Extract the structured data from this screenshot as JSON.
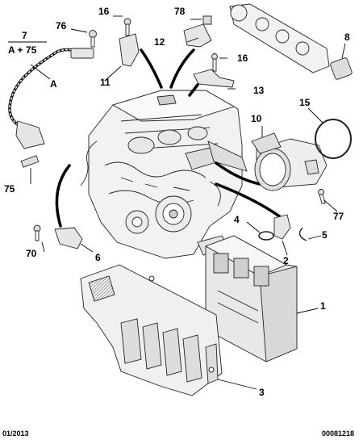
{
  "callouts": {
    "c1": "1",
    "c2": "2",
    "c3": "3",
    "c4": "4",
    "c5": "5",
    "c6": "6",
    "c7": "7",
    "c7_formula": "A + 75",
    "c8": "8",
    "c10": "10",
    "c11": "11",
    "c12": "12",
    "c13": "13",
    "c15": "15",
    "c16a": "16",
    "c16b": "16",
    "cA": "A",
    "c70": "70",
    "c75": "75",
    "c76": "76",
    "c77": "77",
    "c78": "78"
  },
  "footer": {
    "date": "01/2013",
    "reference": "00081218"
  }
}
